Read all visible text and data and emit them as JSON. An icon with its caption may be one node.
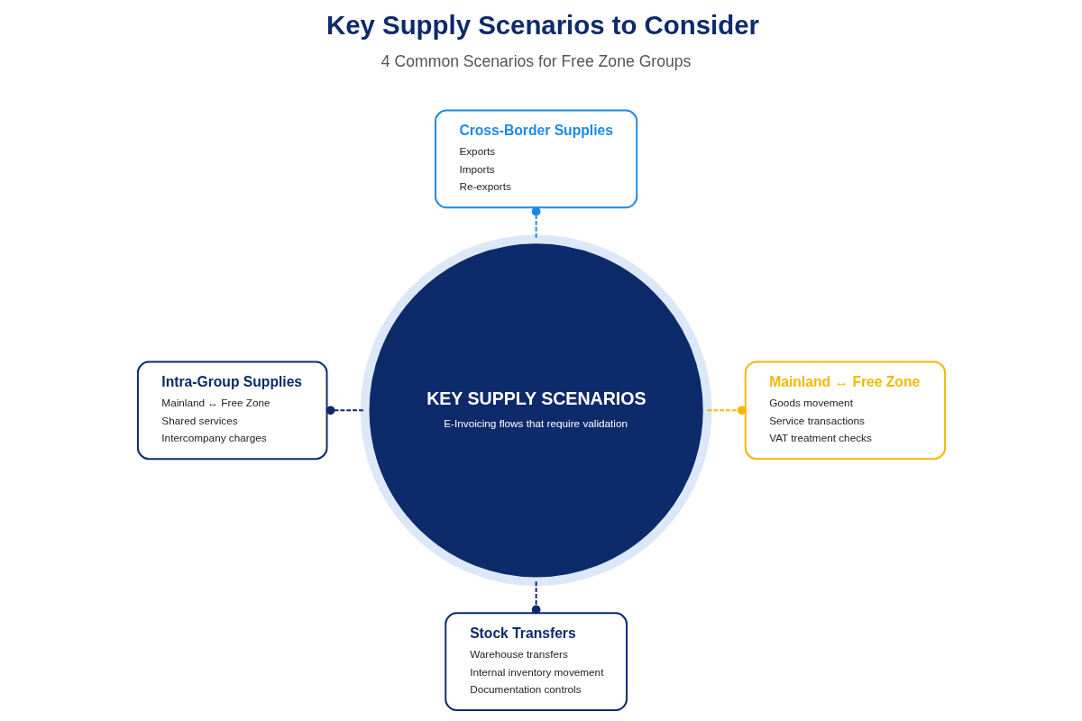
{
  "diagram": {
    "title": "Key Supply Scenarios to Consider",
    "nodes": [
      {
        "text": [
          "KEY SUPPLY SCENARIOS",
          "E-Invoicing flows that require validation"
        ]
      },
      {
        "text": [
          "Cross-Border Supplies",
          "Exports",
          "Imports",
          "Re-exports"
        ]
      },
      {
        "text": [
          "Intra-Group Supplies",
          "Mainland ↔ Free Zone",
          "Shared services",
          "Intercompany charges"
        ]
      },
      {
        "text": [
          "Mainland ↔ Free Zone",
          "Goods movement",
          "Service transactions",
          "VAT treatment checks"
        ]
      },
      {
        "text": [
          "Stock Transfers",
          "Warehouse transfers",
          "Internal inventory movement",
          "Documentation controls"
        ]
      }
    ],
    "edges": [
      {
        "from": 0,
        "to": 1,
        "arrow": "other",
        "style": "dashed",
        "color": "#1e88e5"
      },
      {
        "from": 0,
        "to": 2,
        "arrow": "other",
        "style": "dashed"
      },
      {
        "from": 0,
        "to": 3,
        "arrow": "other",
        "style": "dashed",
        "color": "#f5b800"
      },
      {
        "from": 0,
        "to": 4,
        "arrow": "other",
        "style": "dashed"
      }
    ],
    "labels": [
      "4 Common Scenarios for Free Zone Groups"
    ]
  }
}
